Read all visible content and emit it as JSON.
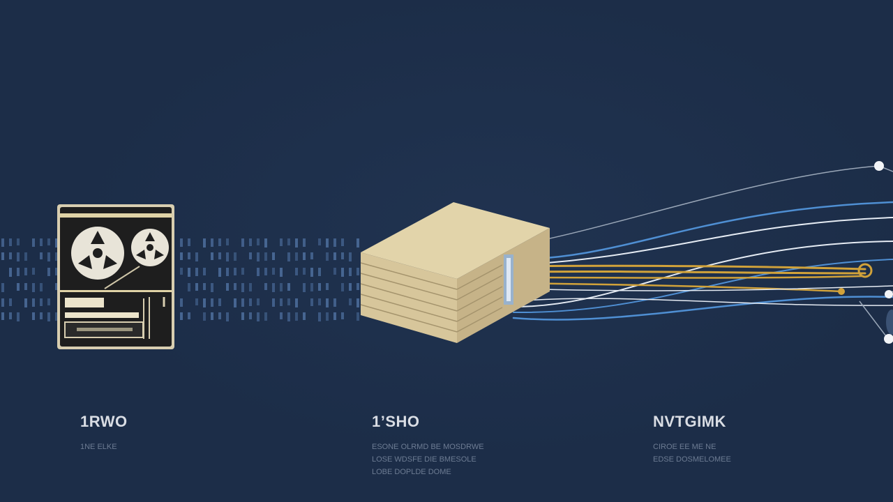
{
  "stages": [
    {
      "title": "1RWO",
      "caption_lines": [
        "1NE ELKE"
      ],
      "icon": "reel-to-reel-tape-icon"
    },
    {
      "title": "1ʼSHO",
      "caption_lines": [
        "ESONE OLRMD BE MOSDRWE",
        "LOSE WDSFE DIE BMESOLE",
        "LOBE DOPLDE DOME"
      ],
      "icon": "storage-box-icon"
    },
    {
      "title": "NVTGIMK",
      "caption_lines": [
        "CIROE EE ME NE",
        "EDSE DOSMELOMEE"
      ],
      "icon": "network-nodes-icon"
    }
  ],
  "colors": {
    "background": "#1c2d48",
    "data_stream": "#4d6f9e",
    "box_face": "#d8c9a0",
    "gold_wire": "#d1a23a",
    "blue_wire": "#4f8fd3",
    "white_wire": "#e6ecf4"
  }
}
